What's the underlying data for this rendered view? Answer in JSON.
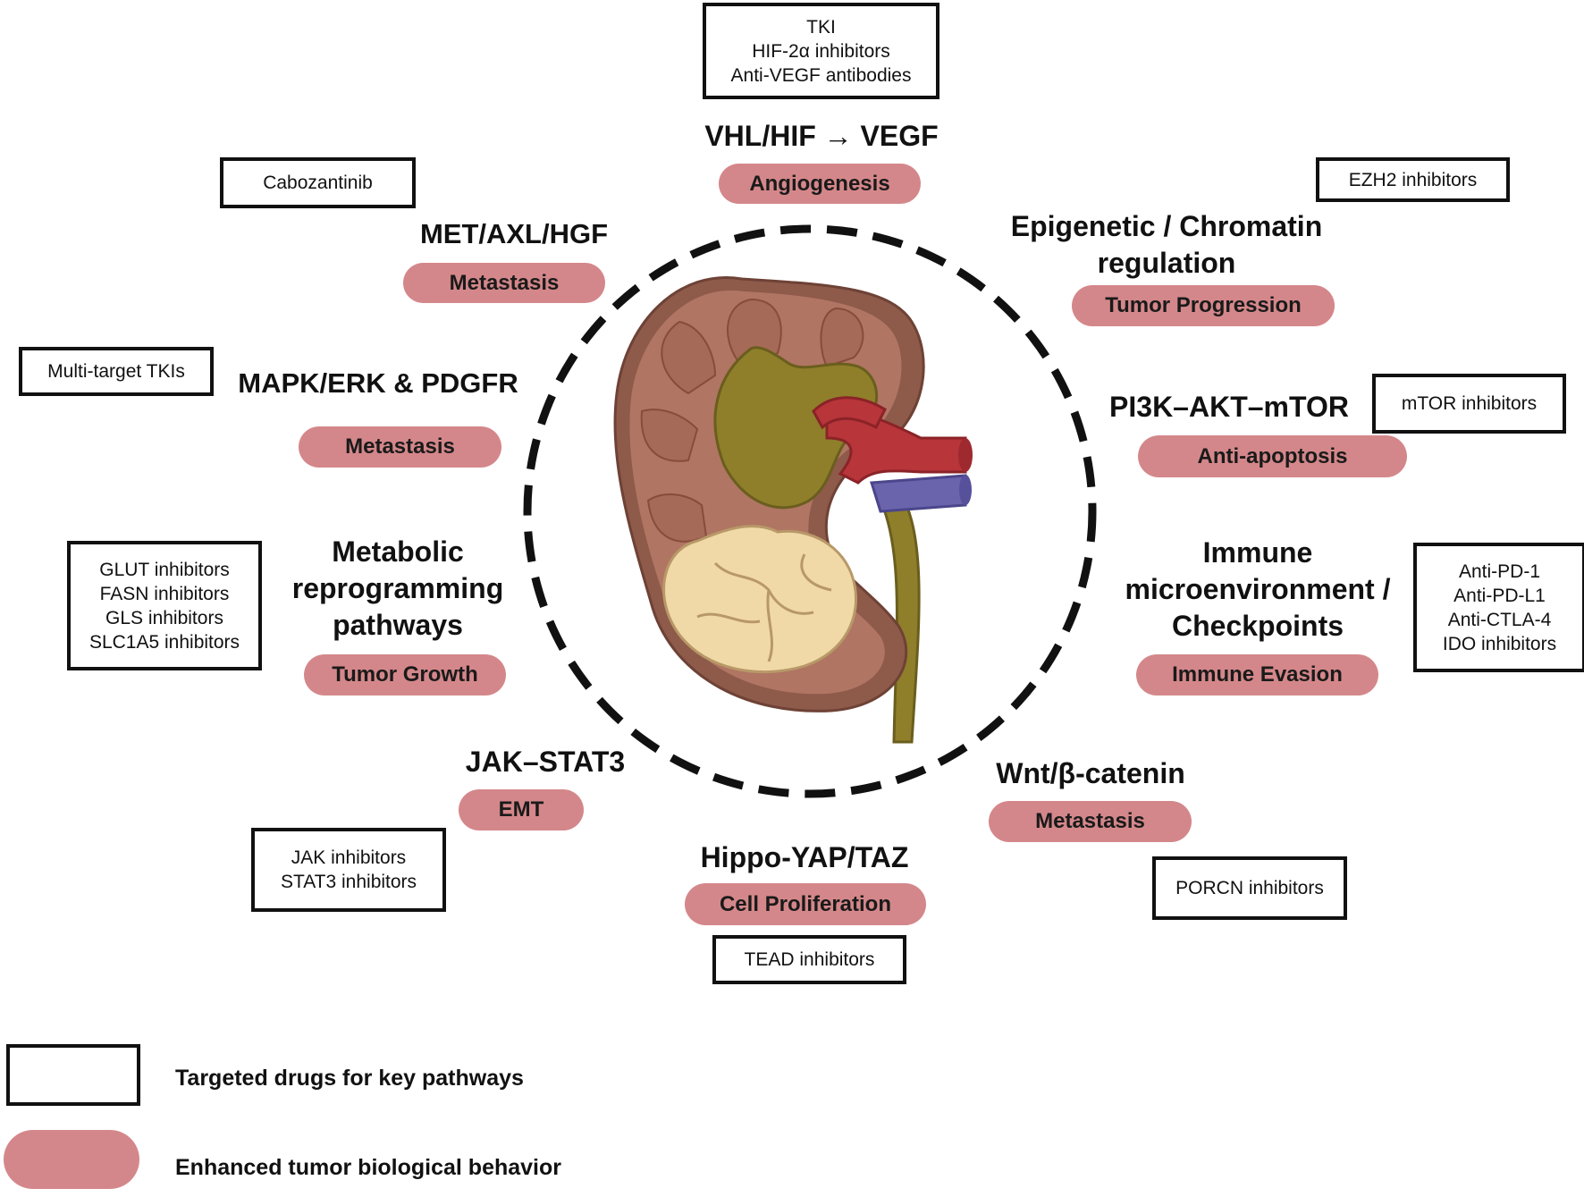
{
  "pathways": [
    {
      "id": "vhl",
      "title": "VHL/HIF → VEGF",
      "behavior": "Angiogenesis",
      "drugs": [
        "TKI",
        "HIF-2α inhibitors",
        "Anti-VEGF antibodies"
      ]
    },
    {
      "id": "met",
      "title": "MET/AXL/HGF",
      "behavior": "Metastasis",
      "drugs": [
        "Cabozantinib"
      ]
    },
    {
      "id": "mapk",
      "title": "MAPK/ERK & PDGFR",
      "behavior": "Metastasis",
      "drugs": [
        "Multi-target TKIs"
      ]
    },
    {
      "id": "metabolic",
      "title": "Metabolic reprogramming pathways",
      "title_lines": [
        "Metabolic",
        "reprogramming",
        "pathways"
      ],
      "behavior": "Tumor Growth",
      "drugs": [
        "GLUT inhibitors",
        "FASN inhibitors",
        "GLS inhibitors",
        "SLC1A5 inhibitors"
      ]
    },
    {
      "id": "jak",
      "title": "JAK–STAT3",
      "behavior": "EMT",
      "drugs": [
        "JAK inhibitors",
        "STAT3 inhibitors"
      ]
    },
    {
      "id": "hippo",
      "title": "Hippo-YAP/TAZ",
      "behavior": "Cell Proliferation",
      "drugs": [
        "TEAD inhibitors"
      ]
    },
    {
      "id": "wnt",
      "title": "Wnt/β-catenin",
      "behavior": "Metastasis",
      "drugs": [
        "PORCN inhibitors"
      ]
    },
    {
      "id": "immune",
      "title": "Immune microenvironment / Checkpoints",
      "title_lines": [
        "Immune",
        "microenvironment /",
        "Checkpoints"
      ],
      "behavior": "Immune Evasion",
      "drugs": [
        "Anti-PD-1",
        "Anti-PD-L1",
        "Anti-CTLA-4",
        "IDO inhibitors"
      ]
    },
    {
      "id": "pi3k",
      "title": "PI3K–AKT–mTOR",
      "behavior": "Anti-apoptosis",
      "drugs": [
        "mTOR inhibitors"
      ]
    },
    {
      "id": "epi",
      "title": "Epigenetic / Chromatin regulation",
      "title_lines": [
        "Epigenetic / Chromatin",
        "regulation"
      ],
      "behavior": "Tumor Progression",
      "drugs": [
        "EZH2 inhibitors"
      ]
    }
  ],
  "legend": {
    "drug_box": "Targeted drugs for key pathways",
    "behavior_pill": "Enhanced tumor biological behavior"
  },
  "colors": {
    "pill": "#d4878a",
    "kidney_cortex": "#b07563",
    "kidney_capsule": "#8e5a4a",
    "pelvis": "#8f7f2a",
    "tumor": "#f0d9a6",
    "artery": "#b8353a",
    "vein": "#6a64ad"
  }
}
